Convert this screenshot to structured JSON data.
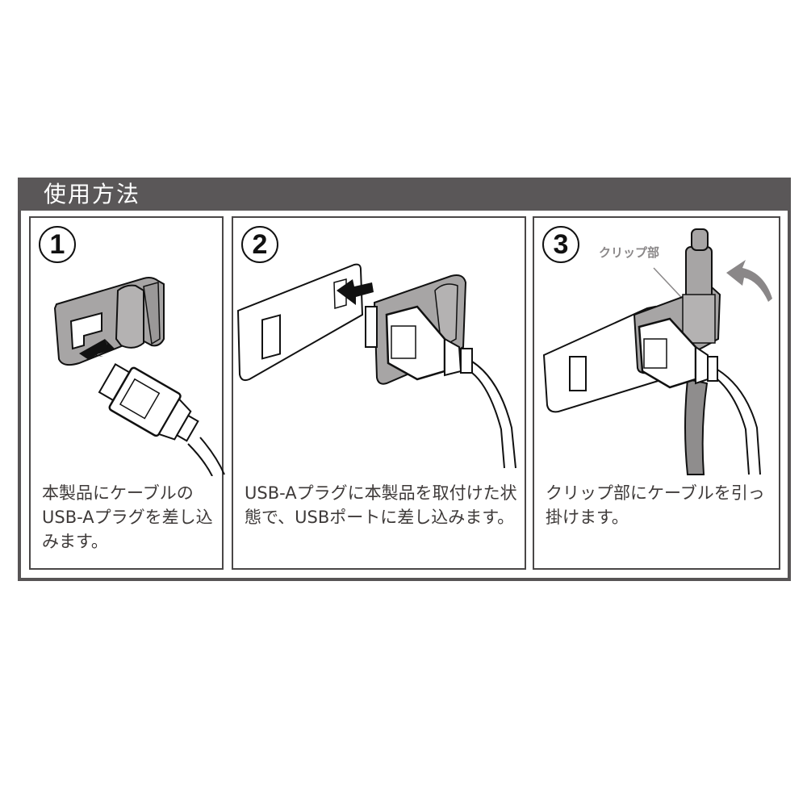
{
  "header": {
    "title": "使用方法"
  },
  "steps": [
    {
      "number": "1",
      "illustration": "cable-clip-insert-usb-a-plug",
      "description": "本製品にケーブルのUSB-Aプラグを差し込みます。"
    },
    {
      "number": "2",
      "illustration": "insert-plug-into-usb-port",
      "description": "USB-Aプラグに本製品を取付けた状態で、USBポートに差し込みます。"
    },
    {
      "number": "3",
      "illustration": "hook-cable-on-clip",
      "callout_label": "クリップ部",
      "description": "クリップ部にケーブルを引っ掛けます。"
    }
  ],
  "colors": {
    "header_bg": "#5a5758",
    "frame_border": "#575455",
    "part_gray": "#a7a5a5",
    "arrow_gray": "#8a8788",
    "text": "#3e3a39"
  }
}
